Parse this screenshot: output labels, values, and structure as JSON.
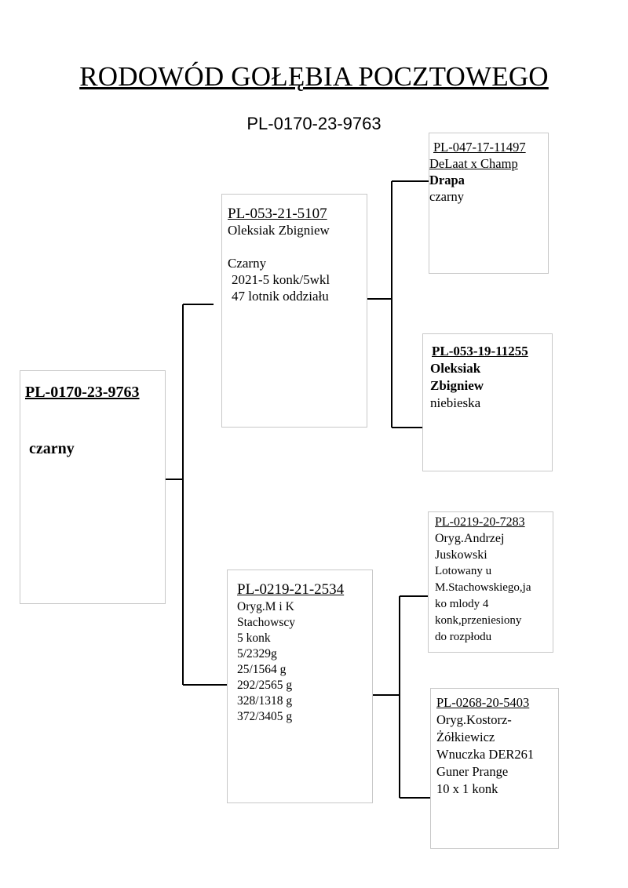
{
  "title": "RODOWÓD GOŁĘBIA POCZTOWEGO",
  "ring_number": "PL-0170-23-9763",
  "pigeon": {
    "ring": "PL-0170-23-9763",
    "color": "czarny"
  },
  "father": {
    "ring": "PL-053-21-5107",
    "breeder": "Oleksiak Zbigniew",
    "color": "Czarny",
    "note1": "2021-5 konk/5wkl",
    "note2": "47 lotnik oddziału"
  },
  "mother": {
    "ring": "PL-0219-21-2534",
    "lines": [
      "Oryg.M i K",
      "Stachowscy",
      "5 konk",
      "5/2329g",
      "25/1564 g",
      "292/2565 g",
      "328/1318 g",
      "372/3405 g"
    ]
  },
  "father_father": {
    "ring": "PL-047-17-11497",
    "line": "DeLaat x Champ",
    "name": "Drapa",
    "color": "czarny"
  },
  "father_mother": {
    "ring": "PL-053-19-11255",
    "breeder1": "Oleksiak",
    "breeder2": "Zbigniew",
    "color": "niebieska"
  },
  "mother_father": {
    "ring": "PL-0219-20-7283",
    "lines": [
      "Oryg.Andrzej",
      "Juskowski",
      "Lotowany u",
      "M.Stachowskiego,ja",
      "ko mlody 4",
      "konk,przeniesiony",
      "do rozpłodu"
    ]
  },
  "mother_mother": {
    "ring": "PL-0268-20-5403",
    "lines": [
      "Oryg.Kostorz-",
      "Żółkiewicz",
      "Wnuczka DER261",
      "Guner Prange",
      "10 x 1 konk"
    ]
  }
}
